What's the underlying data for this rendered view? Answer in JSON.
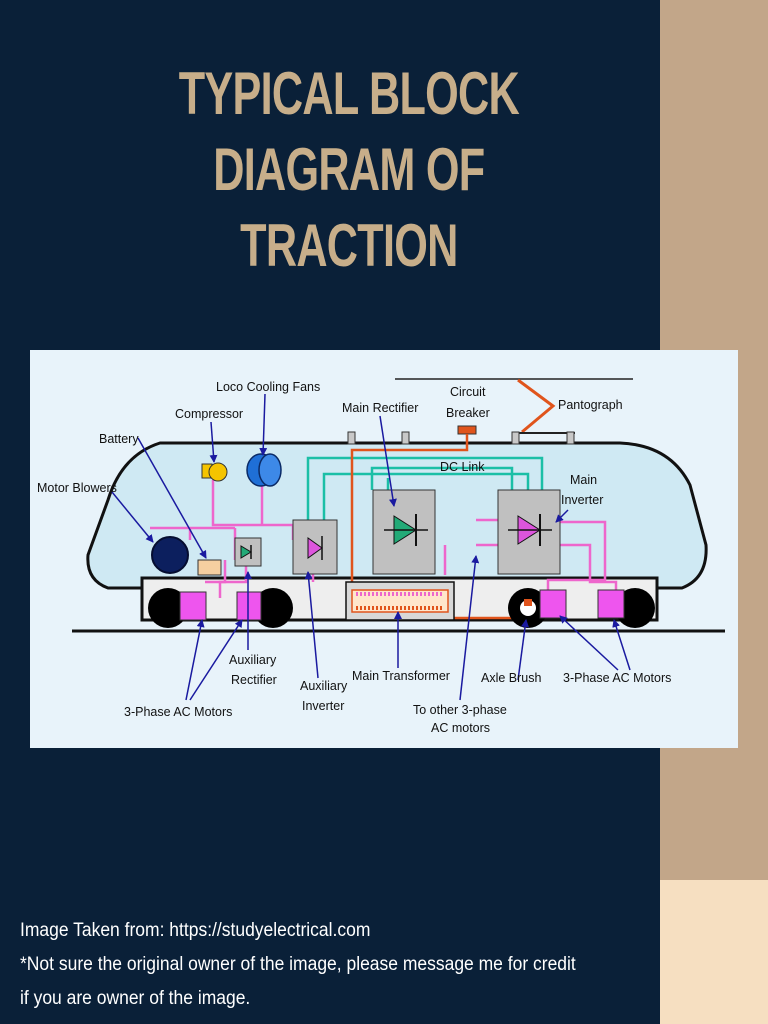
{
  "title": "Typical Block Diagram of Traction",
  "diagram": {
    "labels": {
      "loco_cooling_fans": "Loco Cooling Fans",
      "compressor": "Compressor",
      "battery": "Battery",
      "motor_blowers": "Motor Blowers",
      "main_rectifier": "Main Rectifier",
      "circuit": "Circuit",
      "breaker": "Breaker",
      "pantograph": "Pantograph",
      "dc_link": "DC Link",
      "main": "Main",
      "inverter": "Inverter",
      "auxiliary_rectifier_1": "Auxiliary",
      "auxiliary_rectifier_2": "Rectifier",
      "auxiliary_inverter_1": "Auxiliary",
      "auxiliary_inverter_2": "Inverter",
      "main_transformer": "Main Transformer",
      "axle_brush": "Axle Brush",
      "three_phase_ac_motors_right": "3-Phase AC Motors",
      "three_phase_ac_motors_left": "3-Phase AC Motors",
      "to_other_1": "To other 3-phase",
      "to_other_2": "AC motors"
    },
    "colors": {
      "background": "#e8f3fa",
      "dc_link_wire": "#1bbfa6",
      "ac_wire": "#ee66cc",
      "power_wire": "#e0541c",
      "motor": "#ee55ee",
      "box": "#c0c0c0",
      "rectifier_symbol": "#22aa77",
      "inverter_symbol": "#dd55dd"
    }
  },
  "footer": {
    "line1": "Image Taken from: https://studyelectrical.com",
    "line2": "*Not sure the original owner of the image, please message me for credit",
    "line3": "if you are owner of the image."
  }
}
